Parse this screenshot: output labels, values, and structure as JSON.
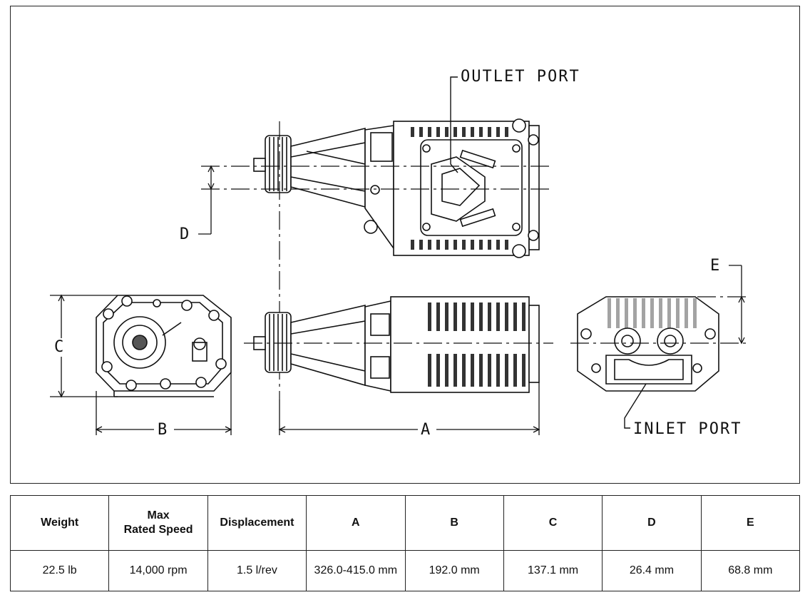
{
  "labels": {
    "outlet_port": "OUTLET PORT",
    "inlet_port": "INLET PORT",
    "dim_a": "A",
    "dim_b": "B",
    "dim_c": "C",
    "dim_d": "D",
    "dim_e": "E"
  },
  "specs": {
    "headers": [
      {
        "line1": "Weight",
        "line2": ""
      },
      {
        "line1": "Max",
        "line2": "Rated Speed"
      },
      {
        "line1": "Displacement",
        "line2": ""
      },
      {
        "line1": "A",
        "line2": ""
      },
      {
        "line1": "B",
        "line2": ""
      },
      {
        "line1": "C",
        "line2": ""
      },
      {
        "line1": "D",
        "line2": ""
      },
      {
        "line1": "E",
        "line2": ""
      }
    ],
    "values": [
      "22.5 lb",
      "14,000 rpm",
      "1.5 l/rev",
      "326.0-415.0 mm",
      "192.0 mm",
      "137.1 mm",
      "26.4 mm",
      "68.8 mm"
    ]
  }
}
